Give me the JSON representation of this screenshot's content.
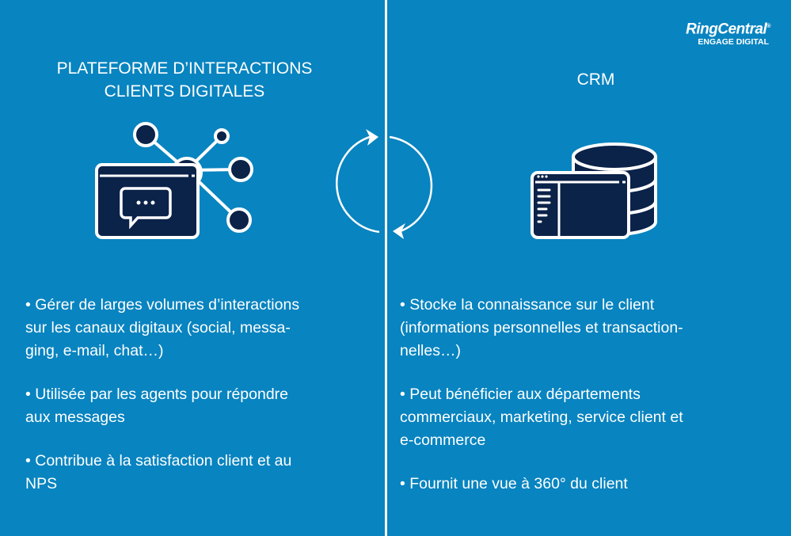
{
  "logo": {
    "brand": "RingCentral",
    "registered": "®",
    "subtitle": "ENGAGE DIGITAL"
  },
  "left_panel": {
    "title_line1": "PLATEFORME D’INTERACTIONS",
    "title_line2": "CLIENTS DIGITALES",
    "icon": "chat-window-network-icon",
    "bullets": [
      "• Gérer de larges volumes d’interactions\nsur les canaux digitaux (social, messa-\nging, e-mail, chat…)",
      "• Utilisée par les agents pour répondre\naux messages",
      "• Contribue à la satisfaction client et au\nNPS"
    ]
  },
  "center": {
    "icon": "sync-cycle-arrows-icon"
  },
  "right_panel": {
    "title": "CRM",
    "icon": "database-window-icon",
    "bullets": [
      "• Stocke la connaissance sur le client\n(informations personnelles et transaction-\nnelles…)",
      "• Peut bénéficier aux départements\ncommerciaux, marketing, service client et\ne-commerce",
      "• Fournit une vue à 360° du client"
    ]
  },
  "colors": {
    "background": "#0884c0",
    "icon_fill": "#0b2249",
    "foreground": "#ffffff"
  }
}
